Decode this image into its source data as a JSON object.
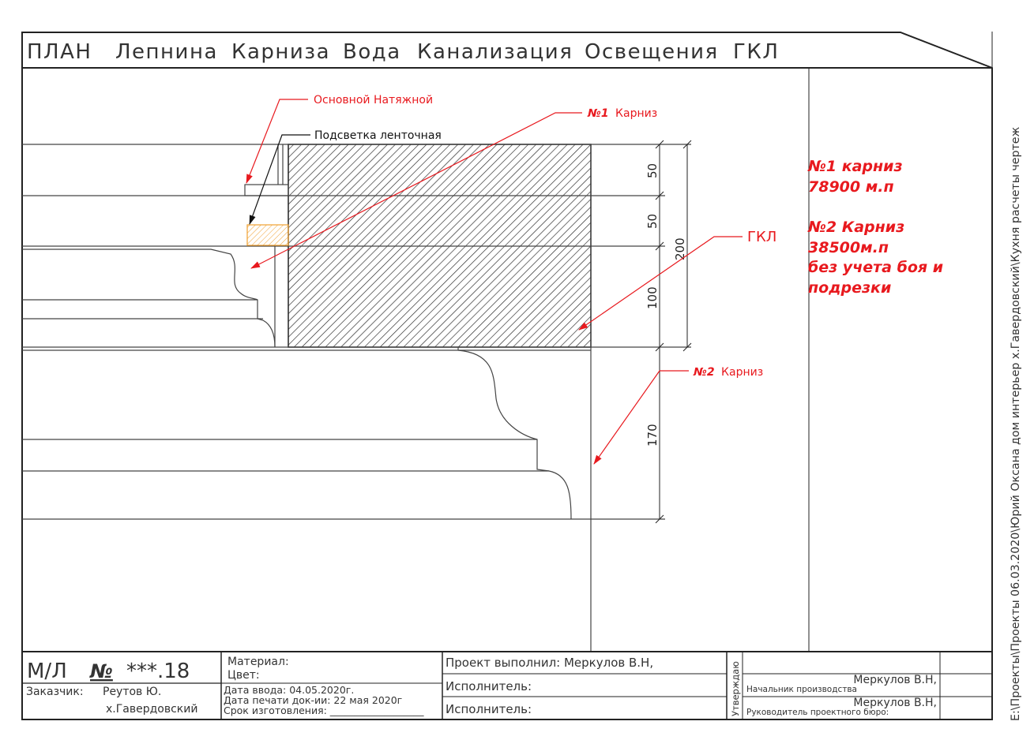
{
  "header": {
    "tabs": [
      "ПЛАН",
      "Лепнина",
      "Карниза",
      "Вода",
      "Канализация",
      "Освещения",
      "ГКЛ"
    ]
  },
  "callouts": {
    "main_ceiling": "Основной Натяжной",
    "led_strip": "Подсветка ленточная",
    "cornice1": "Карниз",
    "cornice1_num": "№1",
    "gkl": "ГКЛ",
    "cornice2": "Карниз",
    "cornice2_num": "№2"
  },
  "dimensions": {
    "d50a": "50",
    "d50b": "50",
    "d100": "100",
    "d200": "200",
    "d170": "170"
  },
  "notes": {
    "n1_title": "№1 карниз",
    "n1_value": "78900 м.п",
    "n2_title": "№2 Карниз",
    "n2_value": "38500м.п",
    "n2_note1": "без учета боя и",
    "n2_note2": "подрезки"
  },
  "side_path": "E:\\Проекты\\Проекты 06.03.2020\\Юрий Оксана дом интерьер х.Гавердовский\\Кухня расчеты чертеж",
  "titleblock": {
    "ml_label": "М/Л",
    "no_label": "№",
    "sheet_no": "***.18",
    "material": "Материал:",
    "color": "Цвет:",
    "customer_label": "Заказчик:",
    "customer_name": "Реутов Ю.",
    "customer_place": "х.Гавердовский",
    "date_in": "Дата ввода: 04.05.2020г.",
    "date_print": "Дата печати док-ии: 22 мая 2020г",
    "deadline": "Срок изготовления: ___________________",
    "project_by": "Проект выполнил:  Меркулов В.Н,",
    "executor1": "Исполнитель:",
    "executor2": "Исполнитель:",
    "approve": "Утверждаю",
    "chief_name": "Меркулов В.Н,",
    "chief_title": "Начальник производства",
    "head_name": "Меркулов В.Н,",
    "head_title": "Руководитель проектного бюро:"
  }
}
